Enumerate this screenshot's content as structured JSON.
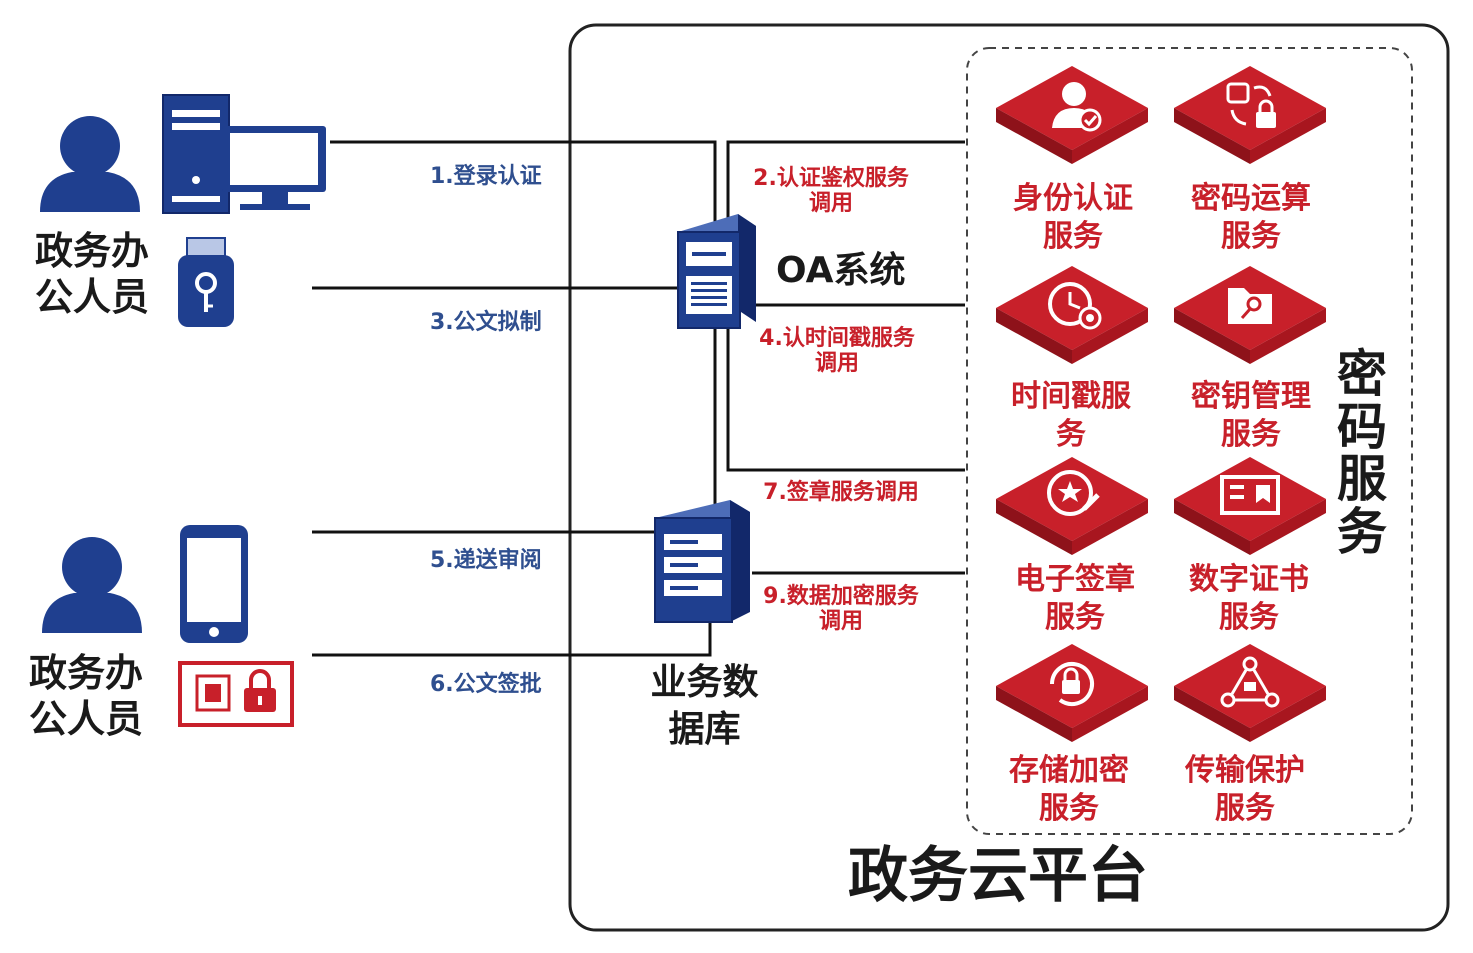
{
  "users": {
    "user1_label": "政务办公人员",
    "user2_label": "政务办公人员"
  },
  "flows": {
    "f1": "1.登录认证",
    "f2": "2.认证鉴权服务调用",
    "f3": "3.公文拟制",
    "f4": "4.认时间戳服务调用",
    "f5": "5.递送审阅",
    "f6": "6.公文签批",
    "f7": "7.签章服务调用",
    "f9": "9.数据加密服务调用"
  },
  "systems": {
    "oa": "OA系统",
    "db": "业务数据库"
  },
  "services": {
    "panel_title": "密码服务",
    "items": [
      {
        "label": "身份认证服务",
        "icon": "identity-auth-icon"
      },
      {
        "label": "密码运算服务",
        "icon": "crypto-operation-icon"
      },
      {
        "label": "时间戳服务",
        "icon": "timestamp-icon"
      },
      {
        "label": "密钥管理服务",
        "icon": "key-management-icon"
      },
      {
        "label": "电子签章服务",
        "icon": "electronic-seal-icon"
      },
      {
        "label": "数字证书服务",
        "icon": "digital-certificate-icon"
      },
      {
        "label": "存储加密服务",
        "icon": "storage-encryption-icon"
      },
      {
        "label": "传输保护服务",
        "icon": "transmission-protection-icon"
      }
    ]
  },
  "platform_title": "政务云平台",
  "colors": {
    "accent_red": "#c8202a",
    "dark_blue": "#1f3f8f",
    "flow_blue": "#2f4f8f",
    "text_dark": "#1a1a1a"
  }
}
